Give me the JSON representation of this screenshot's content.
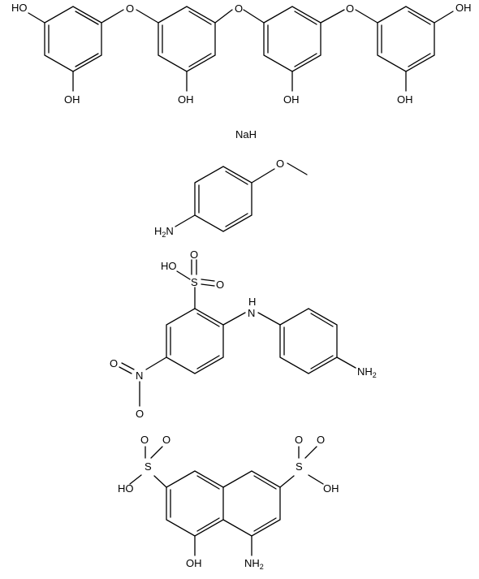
{
  "structures": [
    {
      "id": "tetraphenyl-ether-polyol",
      "labels": [
        "HO",
        "OH",
        "O",
        "OH",
        "O",
        "OH",
        "O",
        "OH",
        "OH"
      ]
    },
    {
      "id": "sodium-hydride",
      "labels": [
        "NaH"
      ]
    },
    {
      "id": "p-anisidine",
      "labels": [
        "O",
        "H2N"
      ]
    },
    {
      "id": "aminodiphenylamine-sulfonic-acid",
      "labels": [
        "HO",
        "S",
        "O",
        "O",
        "H",
        "N",
        "NH2",
        "O",
        "N",
        "O"
      ]
    },
    {
      "id": "h-acid",
      "labels": [
        "O",
        "O",
        "O",
        "O",
        "S",
        "S",
        "HO",
        "OH",
        "OH",
        "NH2"
      ]
    }
  ],
  "colors": {
    "bond": "#000000",
    "text": "#000000",
    "background": "#ffffff"
  }
}
